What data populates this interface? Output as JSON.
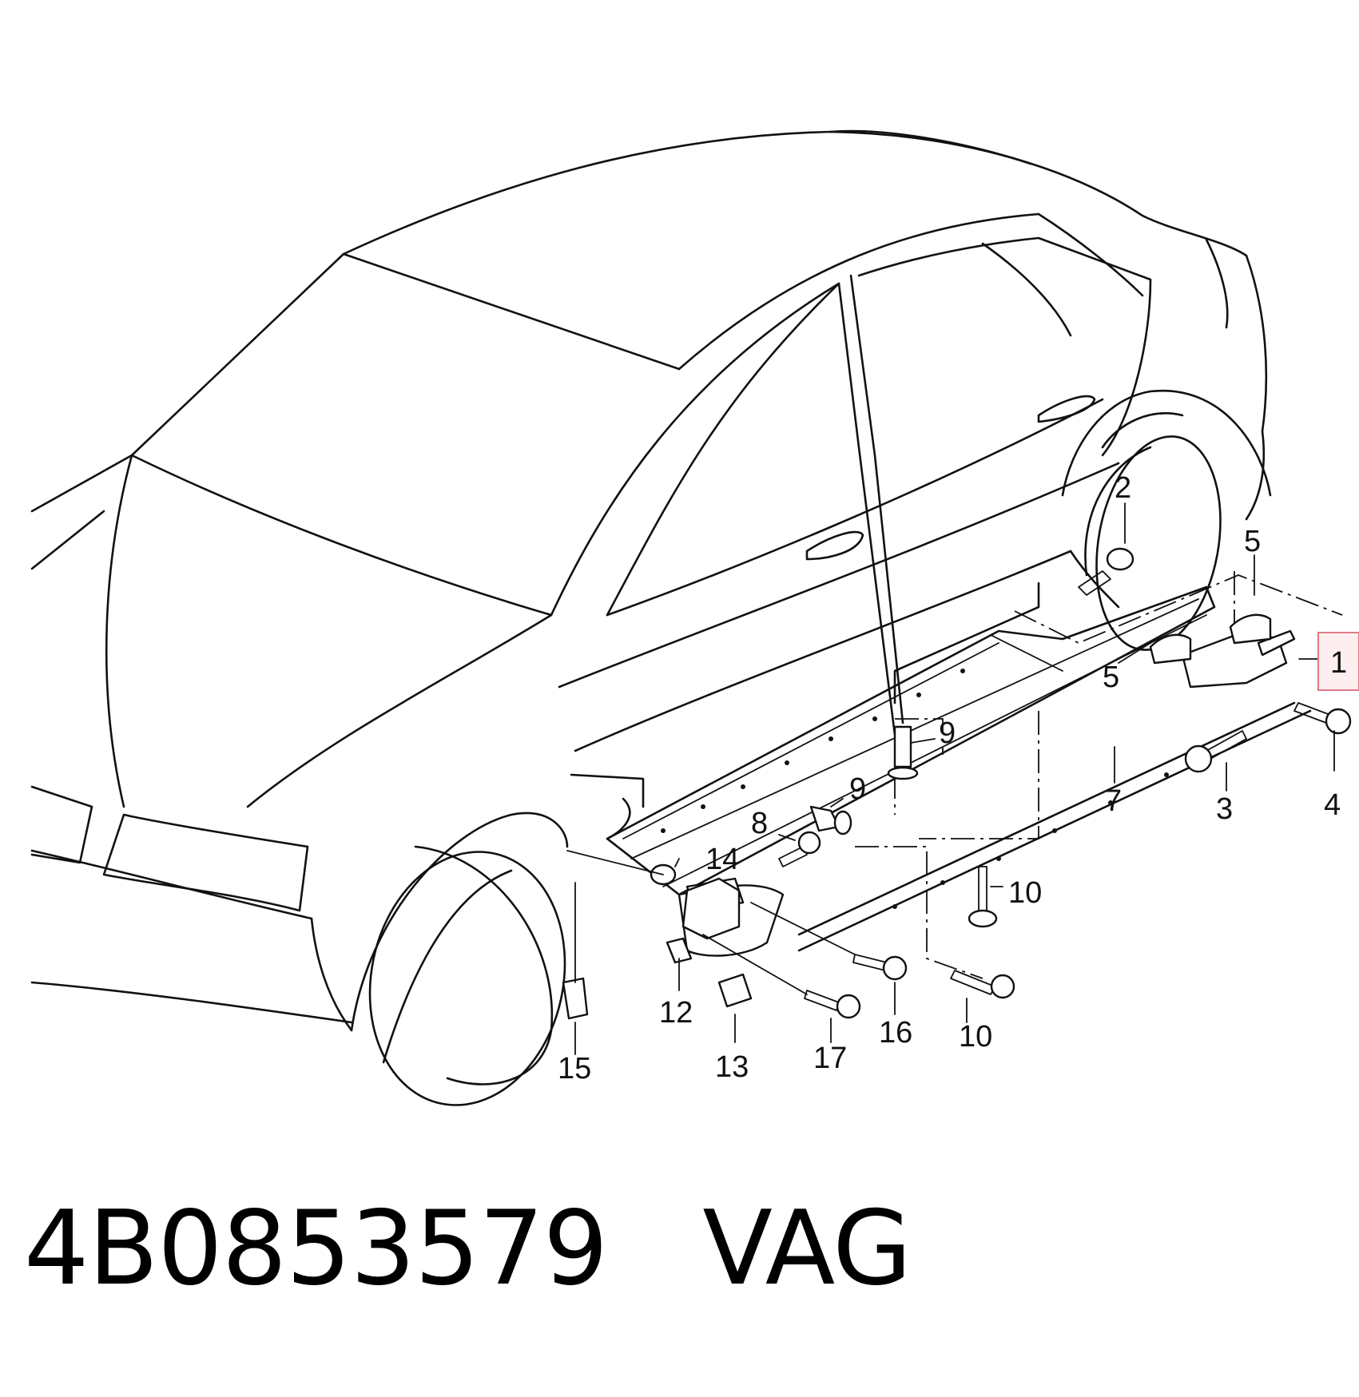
{
  "caption": {
    "part_number": "4B0853579",
    "brand": "VAG"
  },
  "callouts": [
    {
      "id": "c1",
      "text": "1",
      "highlighted": true
    },
    {
      "id": "c2",
      "text": "2"
    },
    {
      "id": "c3",
      "text": "3"
    },
    {
      "id": "c4",
      "text": "4"
    },
    {
      "id": "c5a",
      "text": "5"
    },
    {
      "id": "c5b",
      "text": "5"
    },
    {
      "id": "c7",
      "text": "7"
    },
    {
      "id": "c8",
      "text": "8"
    },
    {
      "id": "c9a",
      "text": "9"
    },
    {
      "id": "c9b",
      "text": "9"
    },
    {
      "id": "c10a",
      "text": "10"
    },
    {
      "id": "c10b",
      "text": "10"
    },
    {
      "id": "c12",
      "text": "12"
    },
    {
      "id": "c13",
      "text": "13"
    },
    {
      "id": "c14",
      "text": "14"
    },
    {
      "id": "c15",
      "text": "15"
    },
    {
      "id": "c16",
      "text": "16"
    },
    {
      "id": "c17",
      "text": "17"
    }
  ],
  "colors": {
    "line": "#111111",
    "highlight_border": "#e07a86",
    "highlight_fill": "#fdeef0"
  }
}
